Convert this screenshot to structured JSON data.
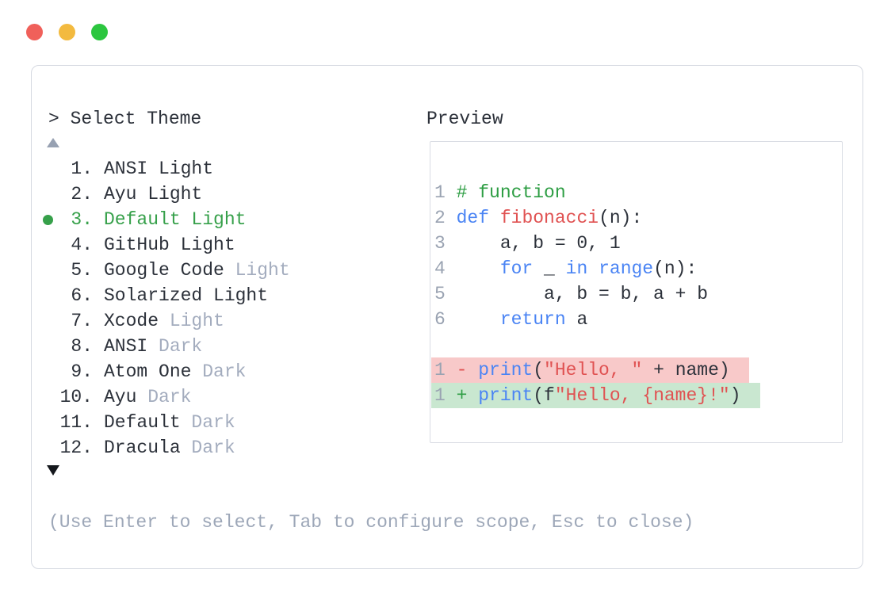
{
  "window_controls": {
    "close_label": "close",
    "minimize_label": "minimize",
    "zoom_label": "zoom"
  },
  "selector": {
    "prompt": "> Select Theme",
    "help_text": "(Use Enter to select, Tab to configure scope, Esc to close)",
    "scroll_up_symbol": "▲",
    "scroll_down_symbol": "▼",
    "selected_number": "3.",
    "items": [
      {
        "number": "1.",
        "name": "ANSI Light",
        "muted_suffix": "",
        "selected": false
      },
      {
        "number": "2.",
        "name": "Ayu Light",
        "muted_suffix": "",
        "selected": false
      },
      {
        "number": "3.",
        "name": "Default Light",
        "muted_suffix": "",
        "selected": true
      },
      {
        "number": "4.",
        "name": "GitHub Light",
        "muted_suffix": "",
        "selected": false
      },
      {
        "number": "5.",
        "name": "Google Code",
        "muted_suffix": "Light",
        "selected": false
      },
      {
        "number": "6.",
        "name": "Solarized Light",
        "muted_suffix": "",
        "selected": false
      },
      {
        "number": "7.",
        "name": "Xcode",
        "muted_suffix": "Light",
        "selected": false
      },
      {
        "number": "8.",
        "name": "ANSI",
        "muted_suffix": "Dark",
        "selected": false
      },
      {
        "number": "9.",
        "name": "Atom One",
        "muted_suffix": "Dark",
        "selected": false
      },
      {
        "number": "10.",
        "name": "Ayu",
        "muted_suffix": "Dark",
        "selected": false
      },
      {
        "number": "11.",
        "name": "Default",
        "muted_suffix": "Dark",
        "selected": false
      },
      {
        "number": "12.",
        "name": "Dracula",
        "muted_suffix": "Dark",
        "selected": false
      }
    ]
  },
  "preview": {
    "label": "Preview",
    "code_lines": [
      {
        "highlight": "none",
        "tokens": [
          {
            "text": "1 ",
            "type": "linenum"
          },
          {
            "text": "# function",
            "type": "comment"
          }
        ]
      },
      {
        "highlight": "none",
        "tokens": [
          {
            "text": "2 ",
            "type": "linenum"
          },
          {
            "text": "def",
            "type": "keyword"
          },
          {
            "text": " ",
            "type": "plain"
          },
          {
            "text": "fibonacci",
            "type": "function"
          },
          {
            "text": "(n):",
            "type": "plain"
          }
        ]
      },
      {
        "highlight": "none",
        "tokens": [
          {
            "text": "3 ",
            "type": "linenum"
          },
          {
            "text": "    a, b = 0, 1",
            "type": "plain"
          }
        ]
      },
      {
        "highlight": "none",
        "tokens": [
          {
            "text": "4 ",
            "type": "linenum"
          },
          {
            "text": "    ",
            "type": "plain"
          },
          {
            "text": "for",
            "type": "keyword"
          },
          {
            "text": " _ ",
            "type": "plain"
          },
          {
            "text": "in",
            "type": "keyword"
          },
          {
            "text": " ",
            "type": "plain"
          },
          {
            "text": "range",
            "type": "keyword"
          },
          {
            "text": "(n):",
            "type": "plain"
          }
        ]
      },
      {
        "highlight": "none",
        "tokens": [
          {
            "text": "5 ",
            "type": "linenum"
          },
          {
            "text": "        a, b = b, a + b",
            "type": "plain"
          }
        ]
      },
      {
        "highlight": "none",
        "tokens": [
          {
            "text": "6 ",
            "type": "linenum"
          },
          {
            "text": "    ",
            "type": "plain"
          },
          {
            "text": "return",
            "type": "keyword"
          },
          {
            "text": " a",
            "type": "plain"
          }
        ]
      },
      {
        "highlight": "none",
        "tokens": []
      },
      {
        "highlight": "removed",
        "tokens": [
          {
            "text": "1 ",
            "type": "linenum"
          },
          {
            "text": "- ",
            "type": "minus"
          },
          {
            "text": "print",
            "type": "keyword"
          },
          {
            "text": "(",
            "type": "plain"
          },
          {
            "text": "\"Hello, \"",
            "type": "string"
          },
          {
            "text": " + name)",
            "type": "plain"
          }
        ]
      },
      {
        "highlight": "added",
        "tokens": [
          {
            "text": "1 ",
            "type": "linenum"
          },
          {
            "text": "+ ",
            "type": "plus"
          },
          {
            "text": "print",
            "type": "keyword"
          },
          {
            "text": "(f",
            "type": "plain"
          },
          {
            "text": "\"Hello, {name}!\"",
            "type": "string"
          },
          {
            "text": ")",
            "type": "plain"
          }
        ]
      }
    ]
  },
  "colors": {
    "text_dark": "#2c313a",
    "muted_gray": "#a3acbe",
    "accent_green": "#36a04a",
    "keyword_blue": "#4a84f4",
    "string_red": "#e05252",
    "comment_green": "#2e9e44",
    "diff_removed_bg": "#f8c9c9",
    "diff_added_bg": "#c9e7d0",
    "border_gray": "#d5d9e1",
    "traffic_red": "#f0605a",
    "traffic_yellow": "#f3ba3f",
    "traffic_green": "#2cc63f",
    "scroll_up_gray": "#97a1b2",
    "scroll_down_black": "#15181d"
  }
}
